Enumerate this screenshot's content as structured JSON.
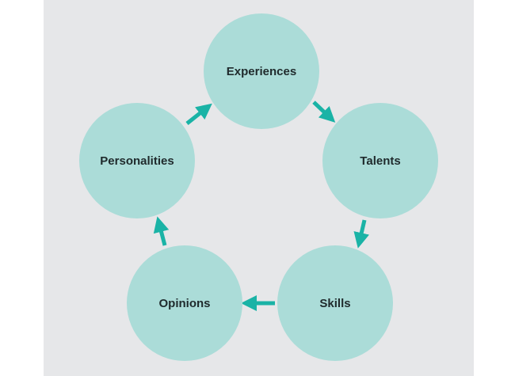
{
  "colors": {
    "background": "#ffffff",
    "panel": "#e6e7e9",
    "node_fill": "#abdcd8",
    "arrow": "#1ab3a6",
    "label": "#1f2a2c"
  },
  "nodes": [
    {
      "id": "experiences",
      "label": "Experiences"
    },
    {
      "id": "talents",
      "label": "Talents"
    },
    {
      "id": "skills",
      "label": "Skills"
    },
    {
      "id": "opinions",
      "label": "Opinions"
    },
    {
      "id": "personalities",
      "label": "Personalities"
    }
  ],
  "edges": [
    {
      "from": "experiences",
      "to": "talents"
    },
    {
      "from": "talents",
      "to": "skills"
    },
    {
      "from": "skills",
      "to": "opinions"
    },
    {
      "from": "opinions",
      "to": "personalities"
    },
    {
      "from": "personalities",
      "to": "experiences"
    }
  ]
}
